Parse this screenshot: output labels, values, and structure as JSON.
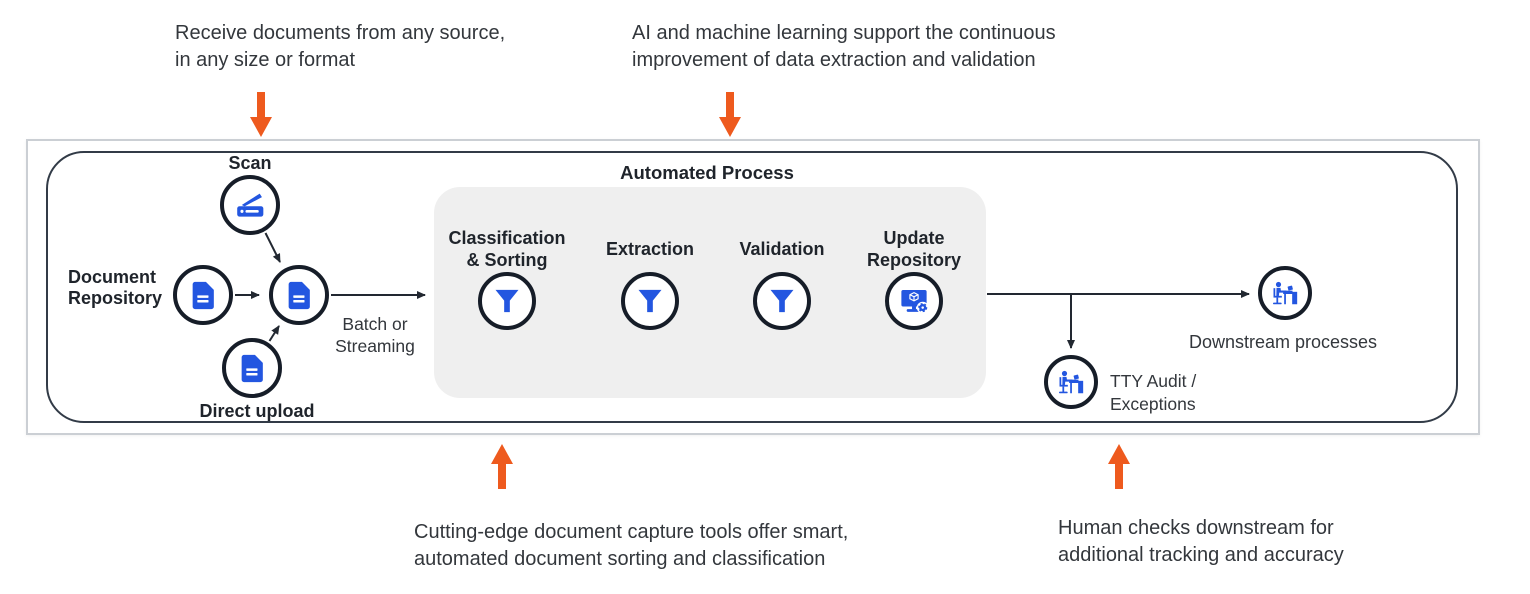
{
  "annotations": {
    "top_left": "Receive documents from any source,\nin any size or format",
    "top_right": "AI and machine learning support the continuous\nimprovement of data extraction and validation",
    "bottom_left": "Cutting-edge document capture tools offer smart,\nautomated document sorting and classification",
    "bottom_right": "Human checks downstream for\nadditional tracking and accuracy"
  },
  "diagram": {
    "inputs": {
      "scan": {
        "label": "Scan",
        "icon": "scanner-icon"
      },
      "document_repository": {
        "label": "Document\nRepository",
        "icon": "document-icon"
      },
      "direct_upload": {
        "label": "Direct upload",
        "icon": "document-icon"
      },
      "merge": {
        "icon": "document-icon"
      },
      "flow_label": "Batch or\nStreaming"
    },
    "automated_process": {
      "title": "Automated Process",
      "stages": [
        {
          "label": "Classification\n& Sorting",
          "icon": "funnel-icon"
        },
        {
          "label": "Extraction",
          "icon": "funnel-icon"
        },
        {
          "label": "Validation",
          "icon": "funnel-icon"
        },
        {
          "label": "Update\nRepository",
          "icon": "monitor-gear-icon"
        }
      ]
    },
    "outputs": {
      "tty_audit": {
        "label": "TTY Audit /\nExceptions",
        "icon": "person-desk-icon"
      },
      "downstream": {
        "label": "Downstream processes",
        "icon": "person-desk-icon"
      }
    }
  },
  "colors": {
    "icon_blue": "#2356E0",
    "arrow_orange": "#EE5A1E",
    "node_border": "#161D28",
    "connector": "#222831",
    "process_box_fill": "#EFEFEF",
    "annotation_text": "#33373C"
  }
}
